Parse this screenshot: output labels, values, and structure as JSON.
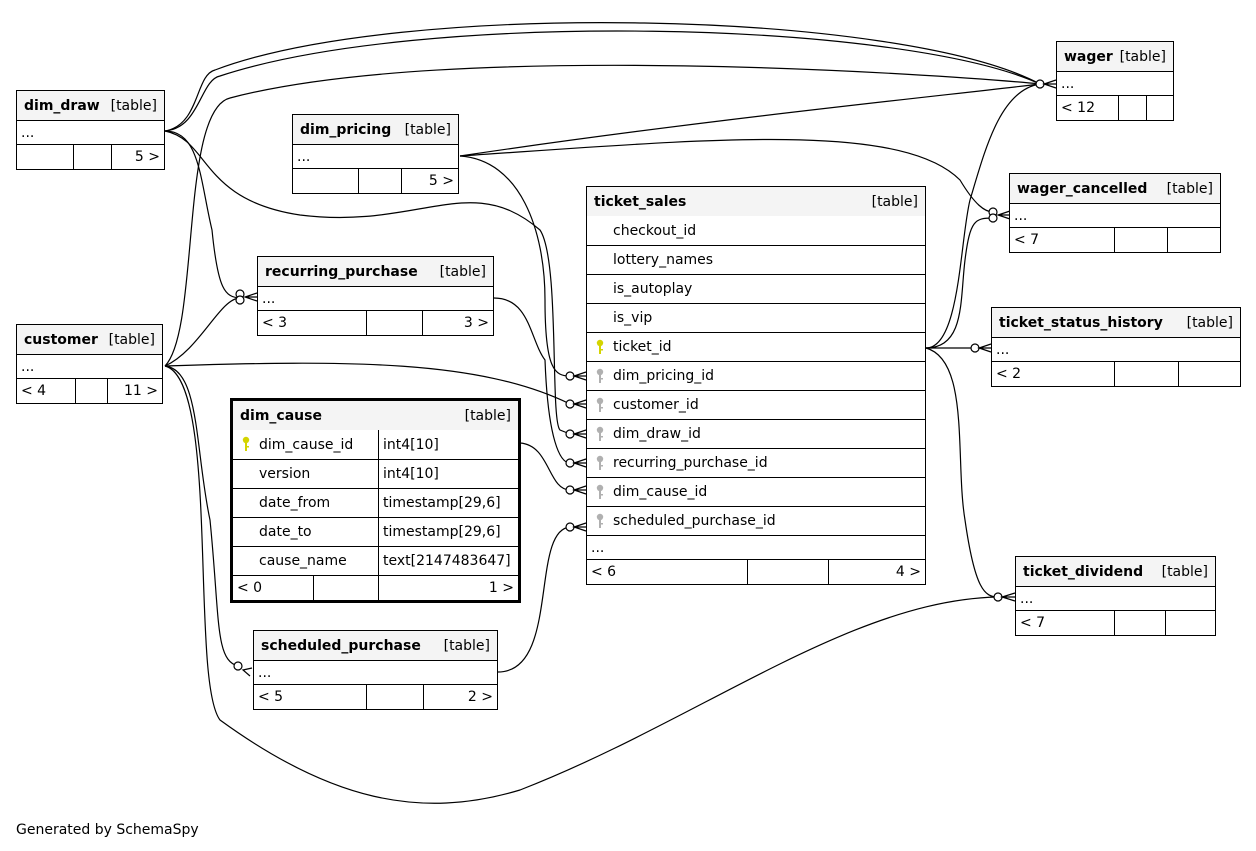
{
  "diagram": {
    "footer": "Generated by SchemaSpy",
    "table_tag": "[table]",
    "ellipsis": "...",
    "tables": {
      "dim_draw": {
        "name": "dim_draw",
        "stats": [
          "",
          "",
          "5 >"
        ]
      },
      "dim_pricing": {
        "name": "dim_pricing",
        "stats": [
          "",
          "",
          "5 >"
        ]
      },
      "customer": {
        "name": "customer",
        "stats": [
          "< 4",
          "",
          "11 >"
        ]
      },
      "recurring_purchase": {
        "name": "recurring_purchase",
        "stats": [
          "< 3",
          "",
          "3 >"
        ]
      },
      "scheduled_purchase": {
        "name": "scheduled_purchase",
        "stats": [
          "< 5",
          "",
          "2 >"
        ]
      },
      "wager": {
        "name": "wager",
        "stats": [
          "< 12",
          "",
          ""
        ]
      },
      "wager_cancelled": {
        "name": "wager_cancelled",
        "stats": [
          "< 7",
          "",
          ""
        ]
      },
      "ticket_status_history": {
        "name": "ticket_status_history",
        "stats": [
          "< 2",
          "",
          ""
        ]
      },
      "ticket_dividend": {
        "name": "ticket_dividend",
        "stats": [
          "< 7",
          "",
          ""
        ]
      },
      "ticket_sales": {
        "name": "ticket_sales",
        "columns": [
          {
            "name": "checkout_id",
            "key": ""
          },
          {
            "name": "lottery_names",
            "key": ""
          },
          {
            "name": "is_autoplay",
            "key": ""
          },
          {
            "name": "is_vip",
            "key": ""
          },
          {
            "name": "ticket_id",
            "key": "primary"
          },
          {
            "name": "dim_pricing_id",
            "key": "foreign"
          },
          {
            "name": "customer_id",
            "key": "foreign"
          },
          {
            "name": "dim_draw_id",
            "key": "foreign"
          },
          {
            "name": "recurring_purchase_id",
            "key": "foreign"
          },
          {
            "name": "dim_cause_id",
            "key": "foreign"
          },
          {
            "name": "scheduled_purchase_id",
            "key": "foreign"
          }
        ],
        "stats": [
          "< 6",
          "",
          "4 >"
        ]
      },
      "dim_cause": {
        "name": "dim_cause",
        "columns": [
          {
            "name": "dim_cause_id",
            "type": "int4[10]",
            "key": "primary"
          },
          {
            "name": "version",
            "type": "int4[10]",
            "key": ""
          },
          {
            "name": "date_from",
            "type": "timestamp[29,6]",
            "key": ""
          },
          {
            "name": "date_to",
            "type": "timestamp[29,6]",
            "key": ""
          },
          {
            "name": "cause_name",
            "type": "text[2147483647]",
            "key": ""
          }
        ],
        "stats": [
          "< 0",
          "",
          "1 >"
        ]
      }
    },
    "colors": {
      "primary_key": "#d4d400",
      "foreign_key": "#b0b0b0",
      "line": "#000000",
      "header_bg": "#f4f4f4"
    }
  }
}
